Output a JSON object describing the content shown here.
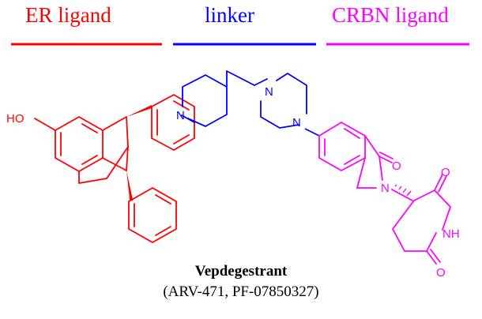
{
  "sections": [
    {
      "label": "ER ligand",
      "color": "#ff0000"
    },
    {
      "label": "linker",
      "color": "#0000ff"
    },
    {
      "label": "CRBN ligand",
      "color": "#ff00ff"
    }
  ],
  "atoms": {
    "hydroxyl": "HO",
    "piperidine_n": "N",
    "piperazine_n1": "N",
    "piperazine_n2": "N",
    "lactam_n": "N",
    "lactam_o": "O",
    "imide_nh": "NH",
    "imide_o1": "O",
    "imide_o2": "O"
  },
  "compound": {
    "name": "Vepdegestrant",
    "codes": "(ARV-471, PF-07850327)"
  }
}
